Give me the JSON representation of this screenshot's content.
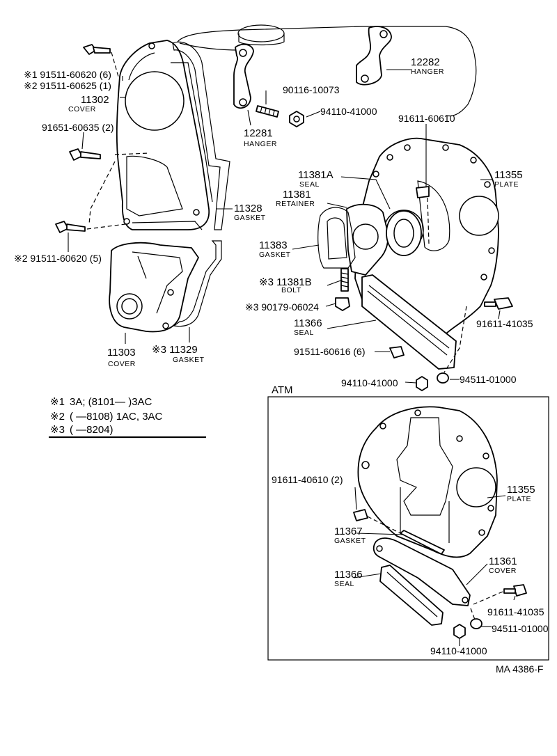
{
  "labels": {
    "p1_a": "※1 91511-60620 (6)",
    "p1_b": "※2 91511-60625 (1)",
    "p11302": "11302",
    "p11302_name": "COVER",
    "p91651": "91651-60635 (2)",
    "p2_bolt": "※2 91511-60620 (5)",
    "p11303": "11303",
    "p11303_name": "COVER",
    "p11329": "※3 11329",
    "p11329_name": "GASKET",
    "p11328": "11328",
    "p11328_name": "GASKET",
    "p90116": "90116-10073",
    "p12281": "12281",
    "p12281_name": "HANGER",
    "p94110_top": "94110-41000",
    "p12282": "12282",
    "p12282_name": "HANGER",
    "p91611_60610": "91611-60610",
    "p11381A": "11381A",
    "p11381A_name": "SEAL",
    "p11381": "11381",
    "p11381_name": "RETAINER",
    "p11355": "11355",
    "p11355_name": "PLATE",
    "p11383": "11383",
    "p11383_name": "GASKET",
    "p11381B": "※3 11381B",
    "p11381B_name": "BOLT",
    "p90179": "※3 90179-06024",
    "p11366": "11366",
    "p11366_name": "SEAL",
    "p91611_41035": "91611-41035",
    "p91511_60616": "91511-60616 (6)",
    "p94110_mid": "94110-41000",
    "p94511_mid": "94511-01000",
    "atm_title": "ATM",
    "atm_91611_40610": "91611-40610 (2)",
    "atm_11355": "11355",
    "atm_11355_name": "PLATE",
    "atm_11367": "11367",
    "atm_11367_name": "GASKET",
    "atm_11361": "11361",
    "atm_11361_name": "COVER",
    "atm_11366": "11366",
    "atm_11366_name": "SEAL",
    "atm_91611_41035": "91611-41035",
    "atm_94511": "94511-01000",
    "atm_94110": "94110-41000",
    "footer_code": "MA 4386-F"
  },
  "notes": [
    {
      "mark": "※1",
      "text": "3A; (8101—        )3AC"
    },
    {
      "mark": "※2",
      "text": "(         —8108) 1AC, 3AC"
    },
    {
      "mark": "※3",
      "text": "(         —8204)"
    }
  ]
}
